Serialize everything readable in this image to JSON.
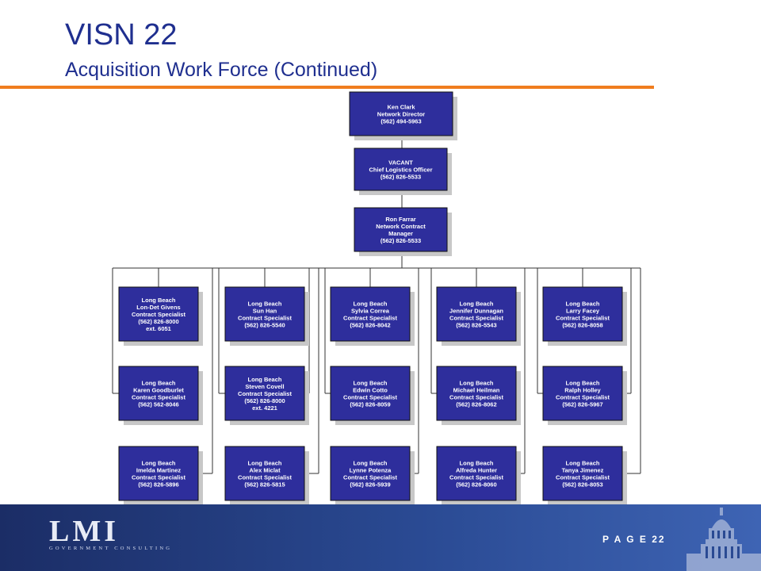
{
  "header": {
    "title": "VISN 22",
    "subtitle": "Acquisition Work Force (Continued)"
  },
  "colors": {
    "title": "#1f2f8f",
    "accent_rule": "#f07d1e",
    "box_fill": "#2e2e9c",
    "footer": "#1b2d66"
  },
  "org": {
    "top": [
      {
        "lines": [
          "Ken Clark",
          "Network Director",
          "(562) 494-5963"
        ]
      },
      {
        "lines": [
          "VACANT",
          "Chief Logistics Officer",
          "(562) 826-5533"
        ]
      },
      {
        "lines": [
          "Ron Farrar",
          "Network Contract",
          "Manager",
          "(562) 826-5533"
        ]
      }
    ],
    "columns": [
      [
        {
          "lines": [
            "Long Beach",
            "Lon-Det Givens",
            "Contract Specialist",
            "(562) 826-8000",
            "ext. 6051"
          ]
        },
        {
          "lines": [
            "Long Beach",
            "Karen Goodburlet",
            "Contract Specialist",
            "(562) 562-8046"
          ]
        },
        {
          "lines": [
            "Long Beach",
            "Imelda Martinez",
            "Contract Specialist",
            "(562) 826-5896"
          ]
        }
      ],
      [
        {
          "lines": [
            "Long Beach",
            "Sun Han",
            "Contract Specialist",
            "(562) 826-5540"
          ]
        },
        {
          "lines": [
            "Long Beach",
            "Steven Covell",
            "Contract Specialist",
            "(562) 826-8000",
            "ext. 4221"
          ]
        },
        {
          "lines": [
            "Long Beach",
            "Alex Miclat",
            "Contract Specialist",
            "(562) 826-5815"
          ]
        }
      ],
      [
        {
          "lines": [
            "Long Beach",
            "Sylvia Correa",
            "Contract Specialist",
            "(562) 826-8042"
          ]
        },
        {
          "lines": [
            "Long Beach",
            "Edwin Cotto",
            "Contract Specialist",
            "(562) 826-8059"
          ]
        },
        {
          "lines": [
            "Long Beach",
            "Lynne Potenza",
            "Contract Specialist",
            "(562) 826-5939"
          ]
        }
      ],
      [
        {
          "lines": [
            "Long Beach",
            "Jennifer Dunnagan",
            "Contract Specialist",
            "(562) 826-5543"
          ]
        },
        {
          "lines": [
            "Long Beach",
            "Michael Heilman",
            "Contract Specialist",
            "(562) 826-8062"
          ]
        },
        {
          "lines": [
            "Long Beach",
            "Alfreda Hunter",
            "Contract Specialist",
            "(562) 826-8060"
          ]
        }
      ],
      [
        {
          "lines": [
            "Long Beach",
            "Larry Facey",
            "Contract Specialist",
            "(562) 826-8058"
          ]
        },
        {
          "lines": [
            "Long Beach",
            "Ralph Holley",
            "Contract Specialist",
            "(562) 826-5967"
          ]
        },
        {
          "lines": [
            "Long Beach",
            "Tanya Jimenez",
            "Contract Specialist",
            "(562) 826-8053"
          ]
        }
      ]
    ]
  },
  "footer": {
    "logo_main": "LMI",
    "logo_sub": "GOVERNMENT CONSULTING",
    "page_label": "P A G E  22"
  }
}
